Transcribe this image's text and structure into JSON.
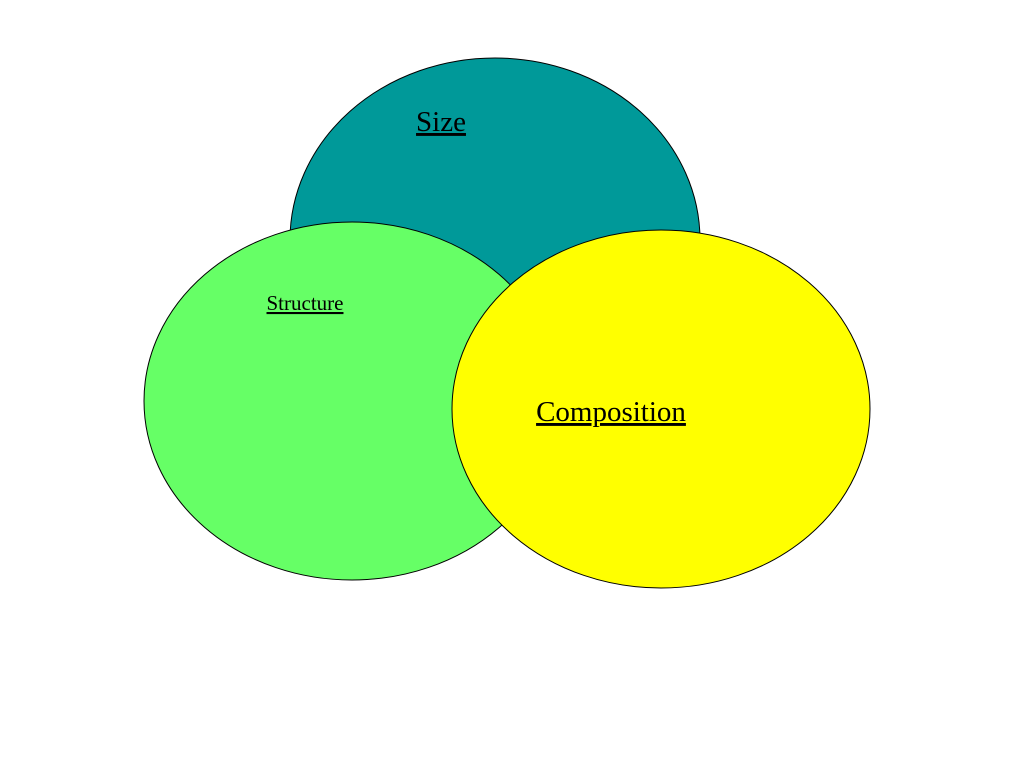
{
  "diagram": {
    "circles": [
      {
        "id": "size",
        "label": "Size",
        "fill": "#009999"
      },
      {
        "id": "structure",
        "label": "Structure",
        "fill": "#66FF66"
      },
      {
        "id": "composition",
        "label": "Composition",
        "fill": "#FFFF00"
      }
    ]
  }
}
